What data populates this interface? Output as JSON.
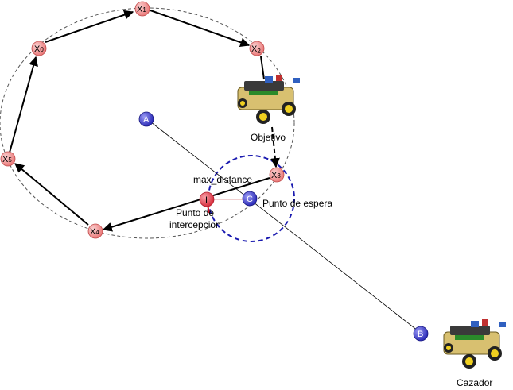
{
  "nodes": {
    "x0": {
      "main": "X",
      "sub": "0"
    },
    "x1": {
      "main": "X",
      "sub": "1"
    },
    "x2": {
      "main": "X",
      "sub": "2"
    },
    "x3": {
      "main": "X",
      "sub": "3"
    },
    "x4": {
      "main": "X",
      "sub": "4"
    },
    "x5": {
      "main": "X",
      "sub": "5"
    },
    "a": "A",
    "b": "B",
    "c": "C",
    "i": "I"
  },
  "labels": {
    "objective": "Objetivo",
    "hunter": "Cazador",
    "max_distance": "max_distance",
    "wait_point": "Punto de espera",
    "intercept_line1": "Punto de",
    "intercept_line2": "intercepcion"
  },
  "colors": {
    "waypoint_fill": "#f08a8a",
    "waypoint_stroke": "#c04a4a",
    "point_fill": "#4a4ad0",
    "intercept_fill": "#e04a5a",
    "dashed_circle": "#1a1ab0",
    "trajectory": "#000000"
  },
  "icons": {
    "robot": "robot-car-icon"
  }
}
